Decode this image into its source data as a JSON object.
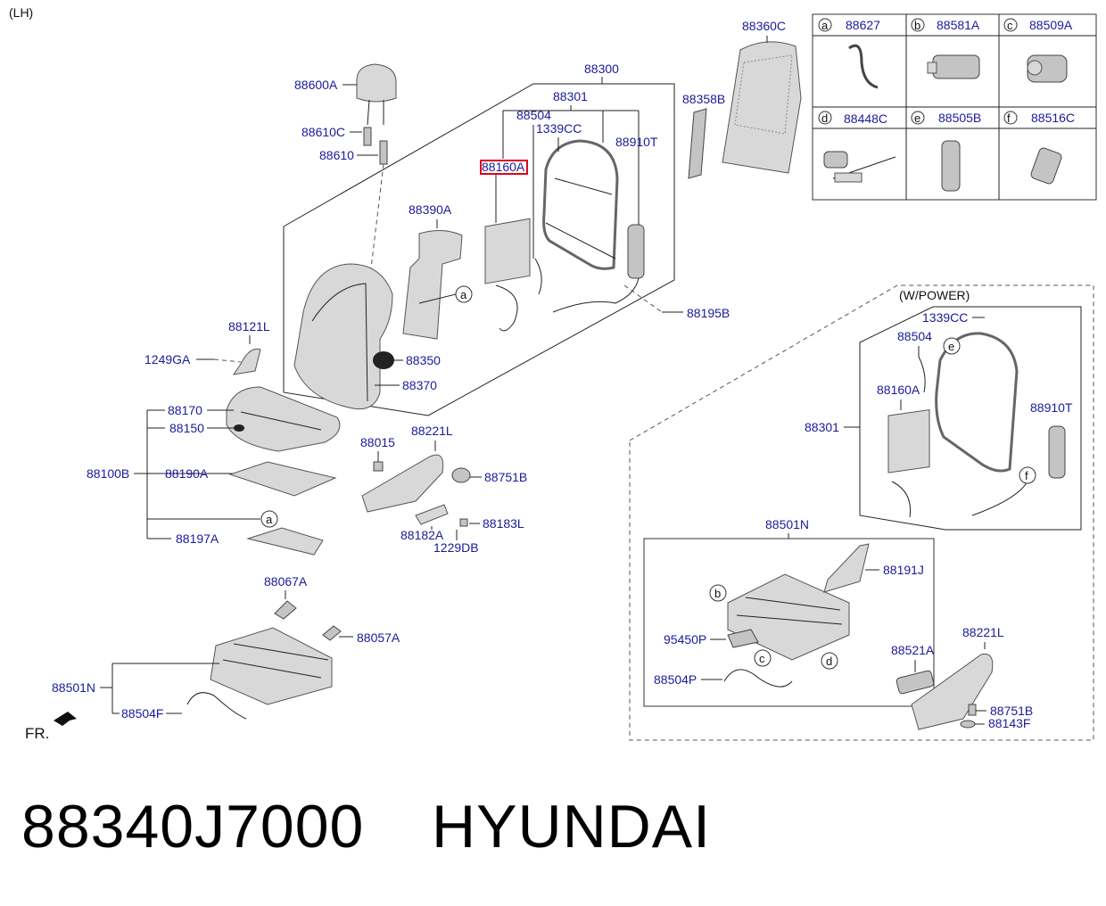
{
  "side_label": "(LH)",
  "power_label": "(W/POWER)",
  "front_label": "FR.",
  "footer": {
    "part_number": "88340J7000",
    "brand": "HYUNDAI"
  },
  "highlighted_part": "88160A",
  "legend": [
    {
      "letter": "a",
      "part": "88627"
    },
    {
      "letter": "b",
      "part": "88581A"
    },
    {
      "letter": "c",
      "part": "88509A"
    },
    {
      "letter": "d",
      "part": "88448C"
    },
    {
      "letter": "e",
      "part": "88505B"
    },
    {
      "letter": "f",
      "part": "88516C"
    }
  ],
  "labels": {
    "p88600A": "88600A",
    "p88610C": "88610C",
    "p88610": "88610",
    "p88300": "88300",
    "p88301": "88301",
    "p88504": "88504",
    "p1339CC": "1339CC",
    "p88910T": "88910T",
    "p88390A": "88390A",
    "p88350": "88350",
    "p88370": "88370",
    "p88195B": "88195B",
    "p88360C": "88360C",
    "p88358B": "88358B",
    "p88121L": "88121L",
    "p1249GA": "1249GA",
    "p88170": "88170",
    "p88150": "88150",
    "p88100B": "88100B",
    "p88190A": "88190A",
    "p88197A": "88197A",
    "p88015": "88015",
    "p88221L": "88221L",
    "p88751B": "88751B",
    "p88182A": "88182A",
    "p88183L": "88183L",
    "p1229DB": "1229DB",
    "p88067A": "88067A",
    "p88057A": "88057A",
    "p88501N": "88501N",
    "p88504F": "88504F",
    "w1339CC": "1339CC",
    "w88504": "88504",
    "w88160A": "88160A",
    "w88910T": "88910T",
    "w88301": "88301",
    "w88501N": "88501N",
    "w88191J": "88191J",
    "w95450P": "95450P",
    "w88504P": "88504P",
    "w88221L": "88221L",
    "w88521A": "88521A",
    "w88751B": "88751B",
    "w88143F": "88143F"
  },
  "callouts": {
    "a": "a",
    "b": "b",
    "c": "c",
    "d": "d",
    "e": "e",
    "f": "f"
  }
}
